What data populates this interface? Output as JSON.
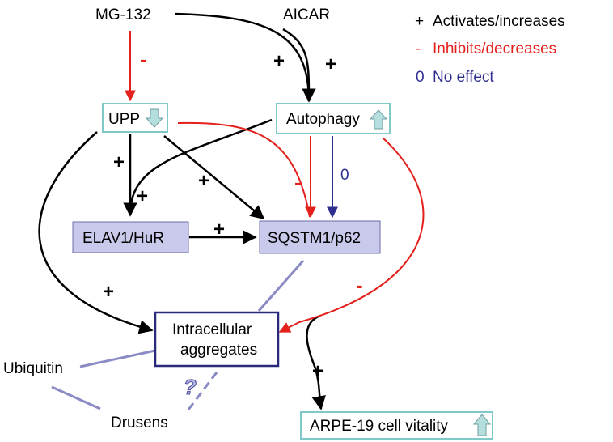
{
  "nodes": {
    "mg132": "MG-132",
    "aicar": "AICAR",
    "upp": "UPP",
    "autophagy": "Autophagy",
    "elav": "ELAV1/HuR",
    "sqstm": "SQSTM1/p62",
    "aggregates_line1": "Intracellular",
    "aggregates_line2": "aggregates",
    "ubiquitin": "Ubiquitin",
    "drusens": "Drusens",
    "arpe": "ARPE-19 cell vitality"
  },
  "legend": {
    "activates_symbol": "+",
    "activates_text": "Activates/increases",
    "inhibits_symbol": "-",
    "inhibits_text": "Inhibits/decreases",
    "noeffect_symbol": "0",
    "noeffect_text": "No effect"
  },
  "edge_labels": {
    "mg_upp": "-",
    "mg_auto": "+",
    "aicar_auto": "+",
    "upp_elav": "+",
    "auto_elav": "+",
    "upp_sqstm": "+",
    "auto_sqstm_inhibit": "-",
    "auto_sqstm_noeffect": "0",
    "elav_sqstm": "+",
    "upp_aggregates": "+",
    "auto_aggregates": "-",
    "aggregates_arpe": "+",
    "unknown_link": "?"
  },
  "colors": {
    "activate": "#000000",
    "inhibit": "#e3201b",
    "no_effect": "#2e2e8f",
    "association_line": "#8a8ac4",
    "box_fill": "#c9c9ec",
    "box_border_teal": "#7fcac8",
    "box_border_navy": "#2a2a7a",
    "arrow_up_fill": "#b5dede"
  },
  "icons": {
    "upp_indicator": "down-arrow-icon",
    "autophagy_indicator": "up-arrow-icon",
    "arpe_indicator": "up-arrow-icon"
  }
}
